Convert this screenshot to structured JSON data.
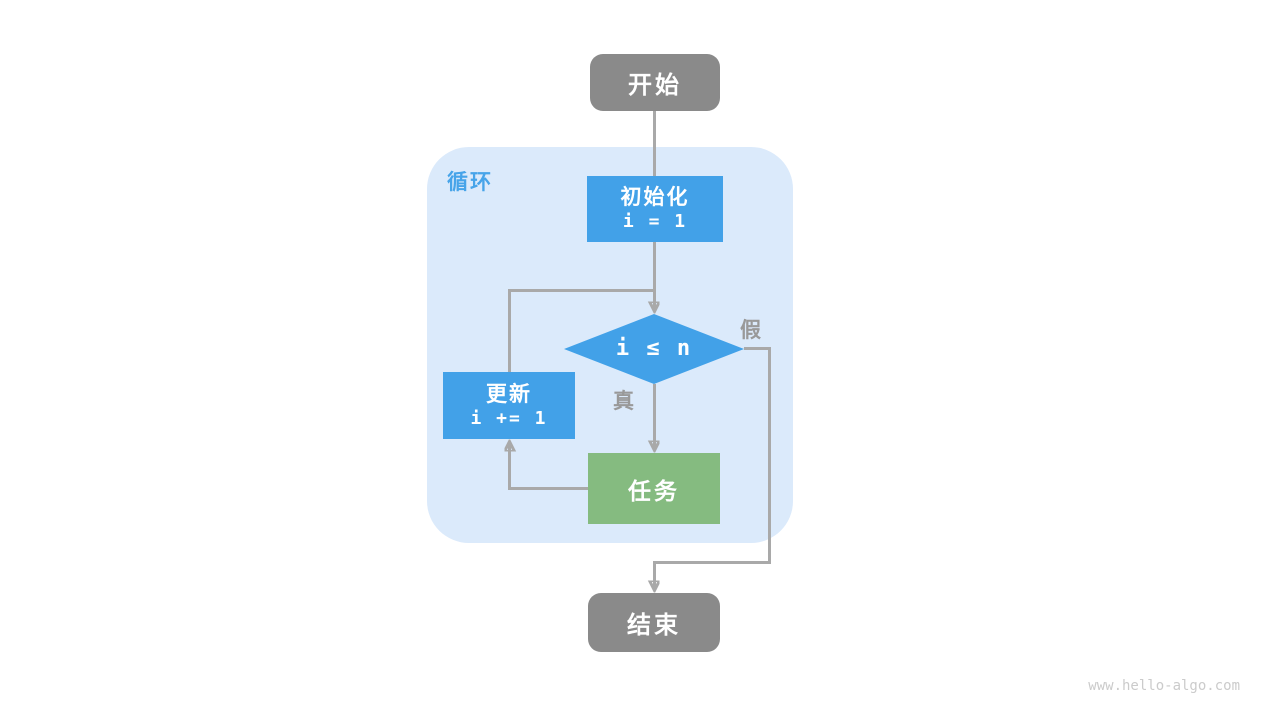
{
  "diagram": {
    "region": {
      "label": "循环"
    },
    "nodes": {
      "start": {
        "label": "开始"
      },
      "init": {
        "line1": "初始化",
        "line2": "i = 1"
      },
      "condition": {
        "label": "i ≤ n"
      },
      "update": {
        "line1": "更新",
        "line2": "i += 1"
      },
      "task": {
        "label": "任务"
      },
      "end": {
        "label": "结束"
      }
    },
    "edge_labels": {
      "true_branch": "真",
      "false_branch": "假"
    },
    "colors": {
      "node_blue": "#42a1e8",
      "node_green": "#85bb80",
      "node_gray": "#8a8a8a",
      "region_bg": "#dbeafb",
      "connector": "#a9a9a9",
      "edge_label_gray": "#999999",
      "region_label_blue": "#47a4e9",
      "watermark_gray": "#cbcbcb"
    },
    "watermark": "www.hello-algo.com"
  }
}
